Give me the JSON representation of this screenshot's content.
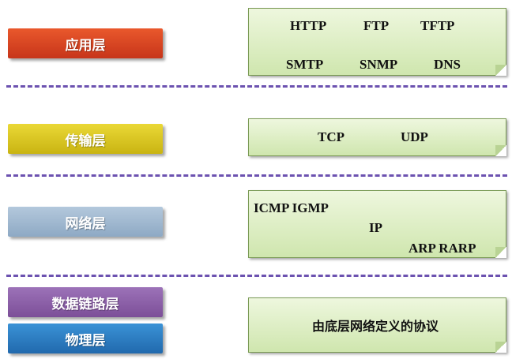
{
  "layers": {
    "application": {
      "label": "应用层",
      "color": "#d8401e"
    },
    "transport": {
      "label": "传输层",
      "color": "#d7c41a"
    },
    "network": {
      "label": "网络层",
      "color": "#9cb6cf"
    },
    "datalink": {
      "label": "数据链路层",
      "color": "#8c5fa8"
    },
    "physical": {
      "label": "物理层",
      "color": "#2e7fc2"
    }
  },
  "protocols": {
    "application": [
      "HTTP",
      "FTP",
      "TFTP",
      "SMTP",
      "SNMP",
      "DNS"
    ],
    "transport": [
      "TCP",
      "UDP"
    ],
    "network": [
      "ICMP IGMP",
      "IP",
      "ARP RARP"
    ],
    "lower": "由底层网络定义的协议"
  }
}
